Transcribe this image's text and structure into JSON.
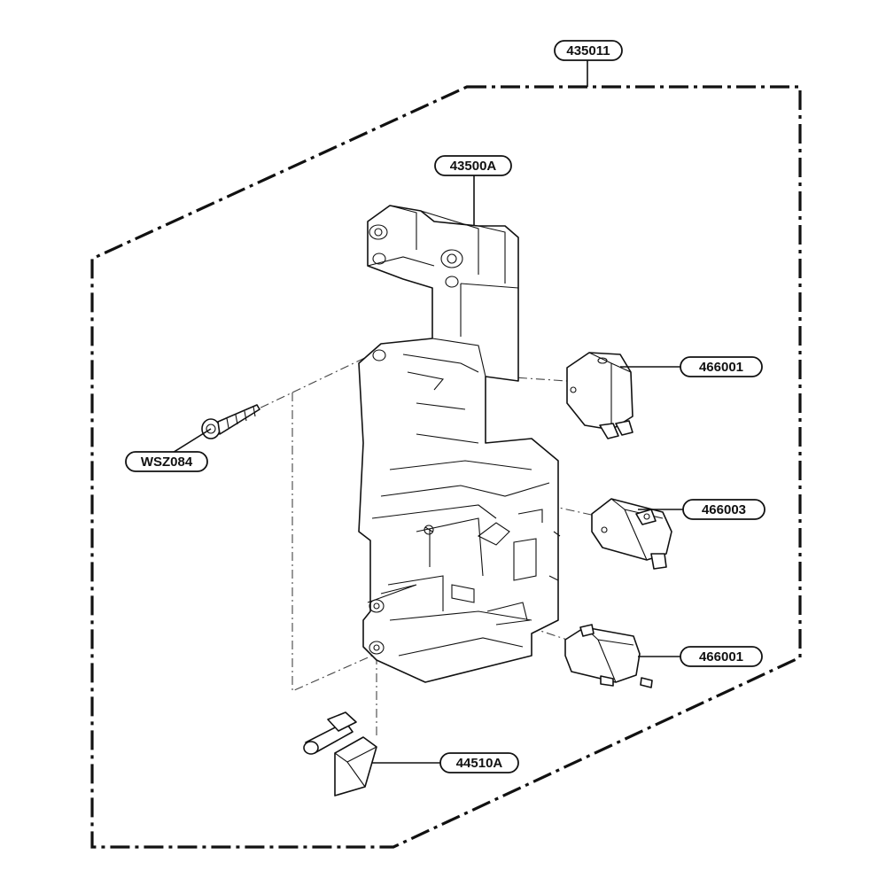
{
  "assembly_label": "435011",
  "callouts": {
    "frame": "43500A",
    "switch_top": "466001",
    "switch_middle": "466003",
    "switch_bottom": "466001",
    "screw": "WSZ084",
    "lever": "44510A"
  }
}
